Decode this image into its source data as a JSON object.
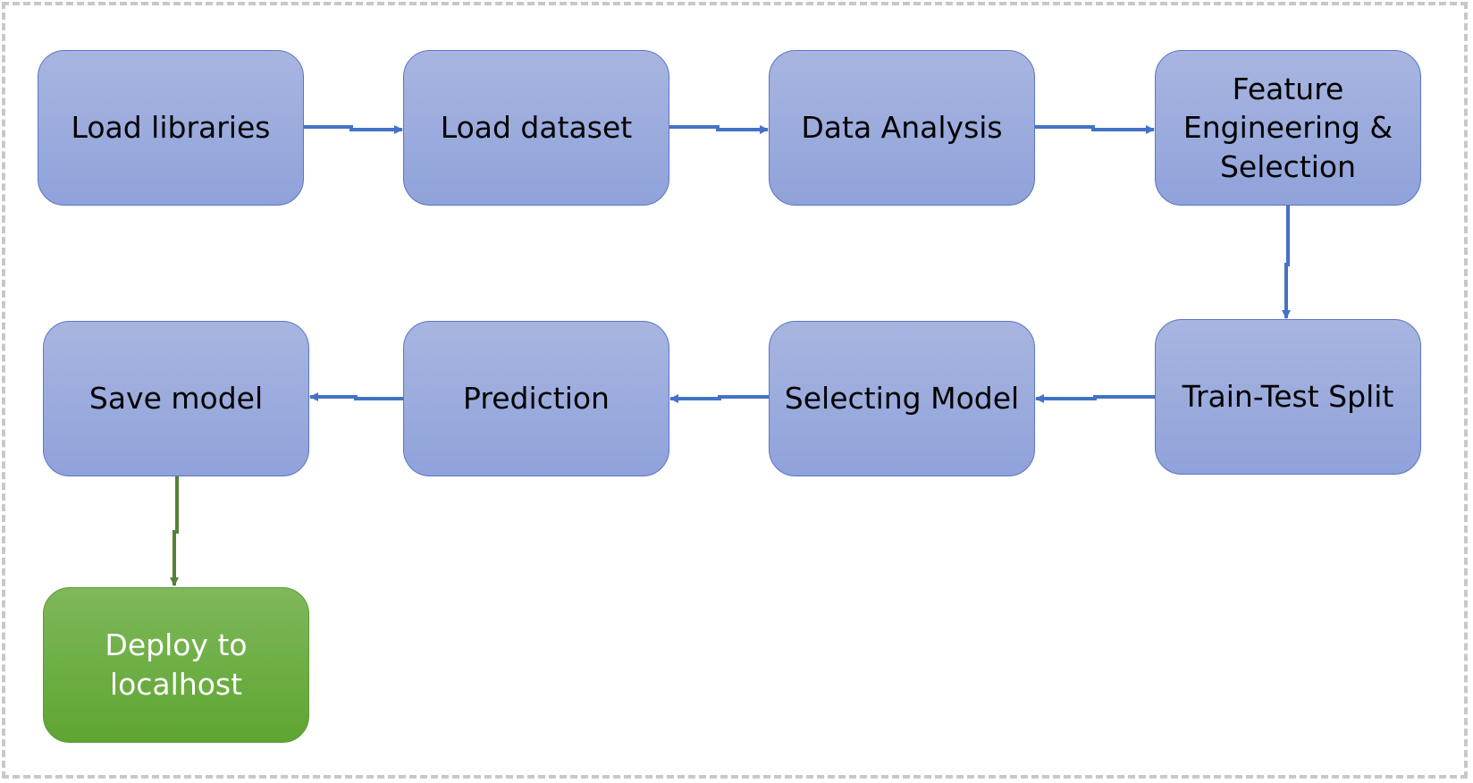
{
  "nodes": [
    {
      "id": "load-libraries",
      "label": "Load libraries"
    },
    {
      "id": "load-dataset",
      "label": "Load dataset"
    },
    {
      "id": "data-analysis",
      "label": "Data Analysis"
    },
    {
      "id": "feature-engineering-selection",
      "label": "Feature Engineering & Selection"
    },
    {
      "id": "train-test-split",
      "label": "Train-Test Split"
    },
    {
      "id": "selecting-model",
      "label": "Selecting Model"
    },
    {
      "id": "prediction",
      "label": "Prediction"
    },
    {
      "id": "save-model",
      "label": "Save model"
    },
    {
      "id": "deploy-to-localhost",
      "label": "Deploy to localhost"
    }
  ],
  "edges": [
    {
      "from": "load-libraries",
      "to": "load-dataset"
    },
    {
      "from": "load-dataset",
      "to": "data-analysis"
    },
    {
      "from": "data-analysis",
      "to": "feature-engineering-selection"
    },
    {
      "from": "feature-engineering-selection",
      "to": "train-test-split"
    },
    {
      "from": "train-test-split",
      "to": "selecting-model"
    },
    {
      "from": "selecting-model",
      "to": "prediction"
    },
    {
      "from": "prediction",
      "to": "save-model"
    },
    {
      "from": "save-model",
      "to": "deploy-to-localhost"
    }
  ],
  "colors": {
    "process_node": "#8fa2da",
    "deploy_node": "#5fa532",
    "connector": "#4472c4",
    "deploy_connector": "#548235",
    "frame_border": "#c8c8c8"
  }
}
